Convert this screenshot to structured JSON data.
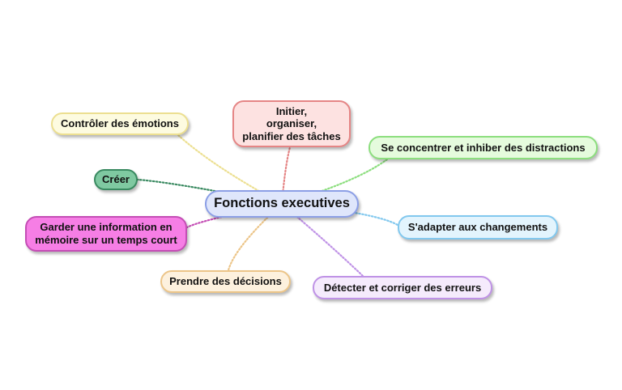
{
  "center": {
    "label": "Fonctions executives",
    "fill": "#dfe6fb",
    "border": "#8c9fe6"
  },
  "branches": [
    {
      "id": "initier",
      "label": "Initier,\norganiser,\nplanifier des tâches",
      "fill": "#fde2e1",
      "border": "#e58585"
    },
    {
      "id": "controler",
      "label": "Contrôler des émotions",
      "fill": "#fdfbe0",
      "border": "#ecdf90"
    },
    {
      "id": "concentrer",
      "label": "Se concentrer et inhiber des distractions",
      "fill": "#e5fbdd",
      "border": "#8cde7e"
    },
    {
      "id": "creer",
      "label": "Créer",
      "fill": "#7fc9a1",
      "border": "#3a8a61"
    },
    {
      "id": "adapter",
      "label": "S'adapter aux changements",
      "fill": "#e3f4fd",
      "border": "#82c8ee"
    },
    {
      "id": "garder",
      "label": "Garder une information en\nmémoire sur un temps court",
      "fill": "#f67ee5",
      "border": "#c44eb5"
    },
    {
      "id": "decisions",
      "label": "Prendre des décisions",
      "fill": "#fdf1de",
      "border": "#ecc589"
    },
    {
      "id": "detecter",
      "label": "Détecter et corriger des erreurs",
      "fill": "#f5ebfc",
      "border": "#bf92e6"
    }
  ]
}
